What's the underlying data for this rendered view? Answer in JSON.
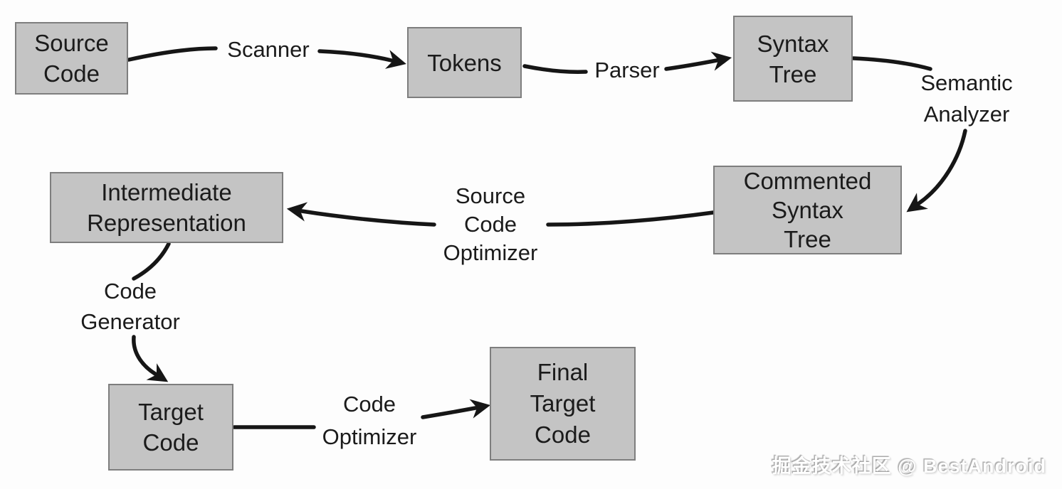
{
  "diagram": {
    "nodes": [
      {
        "id": "source-code",
        "label": "Source\nCode"
      },
      {
        "id": "tokens",
        "label": "Tokens"
      },
      {
        "id": "syntax-tree",
        "label": "Syntax\nTree"
      },
      {
        "id": "commented-syntax-tree",
        "label": "Commented\nSyntax\nTree"
      },
      {
        "id": "intermediate-representation",
        "label": "Intermediate\nRepresentation"
      },
      {
        "id": "target-code",
        "label": "Target\nCode"
      },
      {
        "id": "final-target-code",
        "label": "Final\nTarget\nCode"
      }
    ],
    "edges": [
      {
        "from": "Source Code",
        "to": "Tokens",
        "label": "Scanner"
      },
      {
        "from": "Tokens",
        "to": "Syntax Tree",
        "label": "Parser"
      },
      {
        "from": "Syntax Tree",
        "to": "Commented Syntax Tree",
        "label": "Semantic\nAnalyzer"
      },
      {
        "from": "Commented Syntax Tree",
        "to": "Intermediate Representation",
        "label": "Source\nCode\nOptimizer"
      },
      {
        "from": "Intermediate Representation",
        "to": "Target Code",
        "label": "Code\nGenerator"
      },
      {
        "from": "Target Code",
        "to": "Final Target Code",
        "label": "Code\nOptimizer"
      }
    ]
  },
  "watermark": {
    "text": "掘金技术社区 @ BestAndroid"
  },
  "colors": {
    "background": "#fdfdfd",
    "node_fill": "#c4c4c4",
    "node_border": "#7e7e7e",
    "line_color": "#161616",
    "text_color": "#1b1b1b",
    "watermark_color": "#ffffff"
  }
}
